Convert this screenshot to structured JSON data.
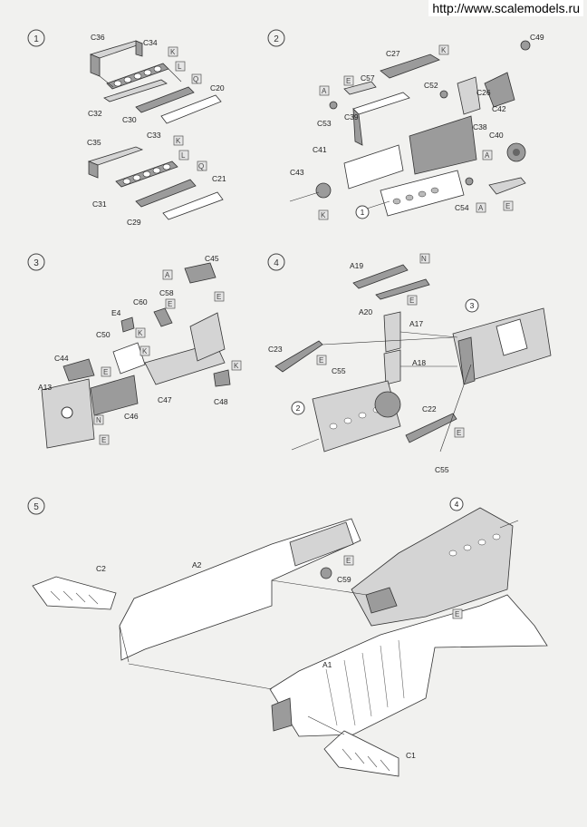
{
  "watermark": "http://www.scalemodels.ru",
  "steps": [
    {
      "number": "1"
    },
    {
      "number": "2"
    },
    {
      "number": "3"
    },
    {
      "number": "4"
    },
    {
      "number": "5"
    }
  ],
  "labels": {
    "C36": "C36",
    "C34": "C34",
    "C32": "C32",
    "C30": "C30",
    "C20": "C20",
    "C35": "C35",
    "C33": "C33",
    "C31": "C31",
    "C29": "C29",
    "C21": "C21",
    "C27": "C27",
    "C49": "C49",
    "C57": "C57",
    "C53": "C53",
    "C52": "C52",
    "C26": "C26",
    "C42": "C42",
    "C39": "C39",
    "C38": "C38",
    "C40": "C40",
    "C41": "C41",
    "C43": "C43",
    "C54": "C54",
    "C45": "C45",
    "C58": "C58",
    "C60": "C60",
    "E4": "E4",
    "C50": "C50",
    "C44": "C44",
    "A13": "A13",
    "C46": "C46",
    "C47": "C47",
    "C48": "C48",
    "A19": "A19",
    "A20": "A20",
    "A17": "A17",
    "A18": "A18",
    "C23": "C23",
    "C55a": "C55",
    "C22": "C22",
    "C55b": "C55",
    "C2": "C2",
    "A2": "A2",
    "C59": "C59",
    "A1": "A1",
    "C1": "C1"
  },
  "tags": {
    "K": "K",
    "L": "L",
    "Q": "Q",
    "A": "A",
    "E": "E",
    "N": "N"
  },
  "refs": {
    "one": "1",
    "two": "2",
    "three": "3",
    "four": "4"
  }
}
